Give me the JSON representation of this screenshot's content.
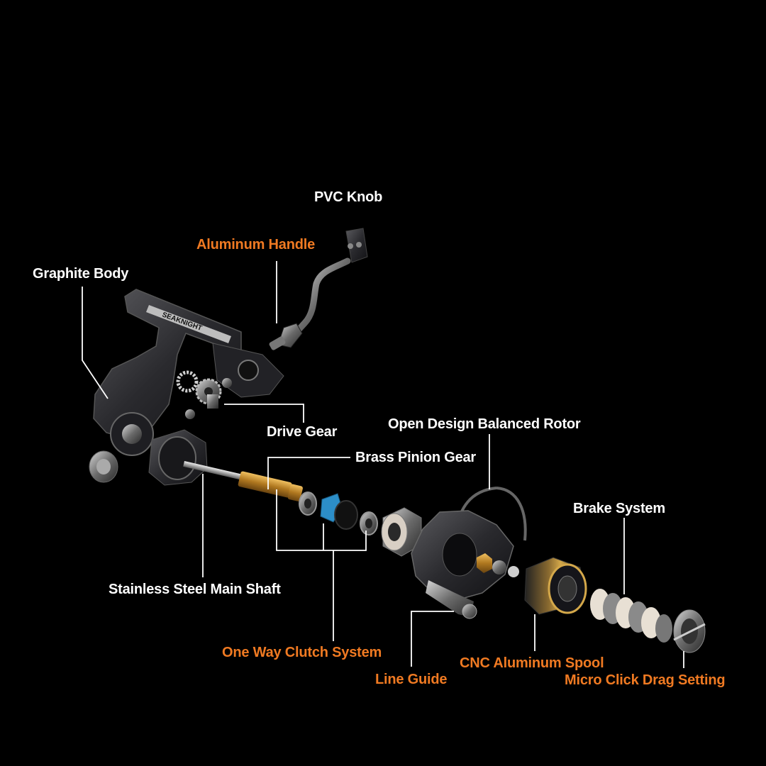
{
  "colors": {
    "background": "#000000",
    "label_white": "#ffffff",
    "label_orange": "#f07a22",
    "leader_line": "#ffffff"
  },
  "brand_mark": "SEAKNIGHT",
  "labels": {
    "pvc_knob": "PVC Knob",
    "aluminum_handle": "Aluminum Handle",
    "graphite_body": "Graphite Body",
    "drive_gear": "Drive Gear",
    "open_design_balanced_rotor": "Open Design Balanced Rotor",
    "brass_pinion_gear": "Brass Pinion Gear",
    "brake_system": "Brake System",
    "stainless_steel_main_shaft": "Stainless Steel Main Shaft",
    "one_way_clutch_system": "One Way Clutch System",
    "cnc_aluminum_spool": "CNC Aluminum Spool",
    "line_guide": "Line Guide",
    "micro_click_drag_setting": "Micro Click Drag Setting"
  }
}
